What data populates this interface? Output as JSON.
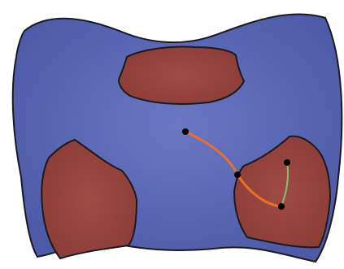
{
  "colors": {
    "background": "#ffffff",
    "surface_center": "#6a78c4",
    "surface_edge": "#4d5aa8",
    "region_fill": "#a04a44",
    "region_fill_dark": "#8a3b36",
    "outline": "#1a1a1a",
    "path_orange": "#e8702a",
    "path_green": "#7cc46a",
    "point": "#000000"
  },
  "diagram": {
    "surface": "blue-surface",
    "regions": [
      "top-region",
      "left-region",
      "right-region"
    ],
    "points": [
      "start-point",
      "boundary-point",
      "end-point",
      "green-start-point"
    ],
    "paths": [
      "orange-path",
      "green-path"
    ]
  }
}
